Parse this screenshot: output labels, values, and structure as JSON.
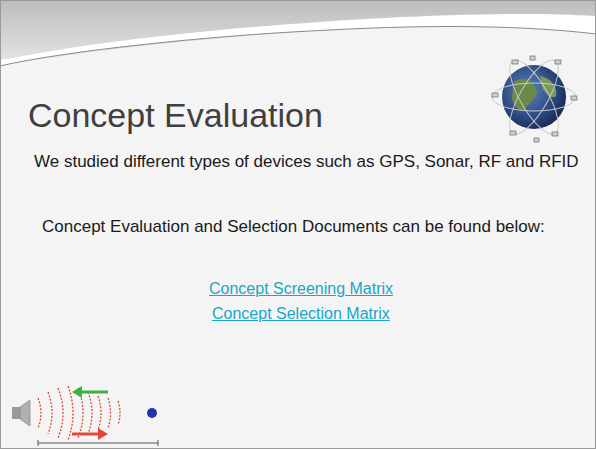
{
  "diagram": {
    "title": "Concept Evaluation",
    "labels": [
      "We studied different types of devices such as GPS, Sonar, RF and RFID",
      "Concept Evaluation and Selection Documents can be found below:",
      "Concept Screening Matrix",
      "Concept Selection Matrix"
    ]
  }
}
